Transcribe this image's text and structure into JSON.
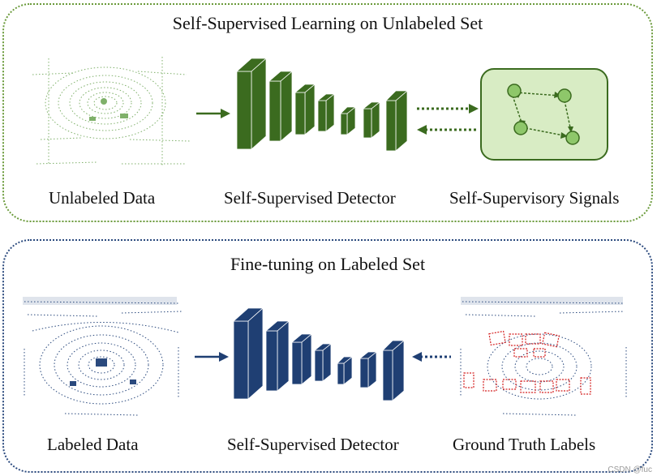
{
  "top_panel": {
    "title": "Self-Supervised Learning on Unlabeled Set",
    "input_caption": "Unlabeled Data",
    "detector_caption": "Self-Supervised Detector",
    "signals_caption": "Self-Supervisory Signals",
    "accent_color": "#3b6b1f"
  },
  "bottom_panel": {
    "title": "Fine-tuning on Labeled Set",
    "input_caption": "Labeled Data",
    "detector_caption": "Self-Supervised Detector",
    "labels_caption": "Ground Truth Labels",
    "accent_color": "#1f3f73"
  },
  "watermark": "CSDN @fuc"
}
